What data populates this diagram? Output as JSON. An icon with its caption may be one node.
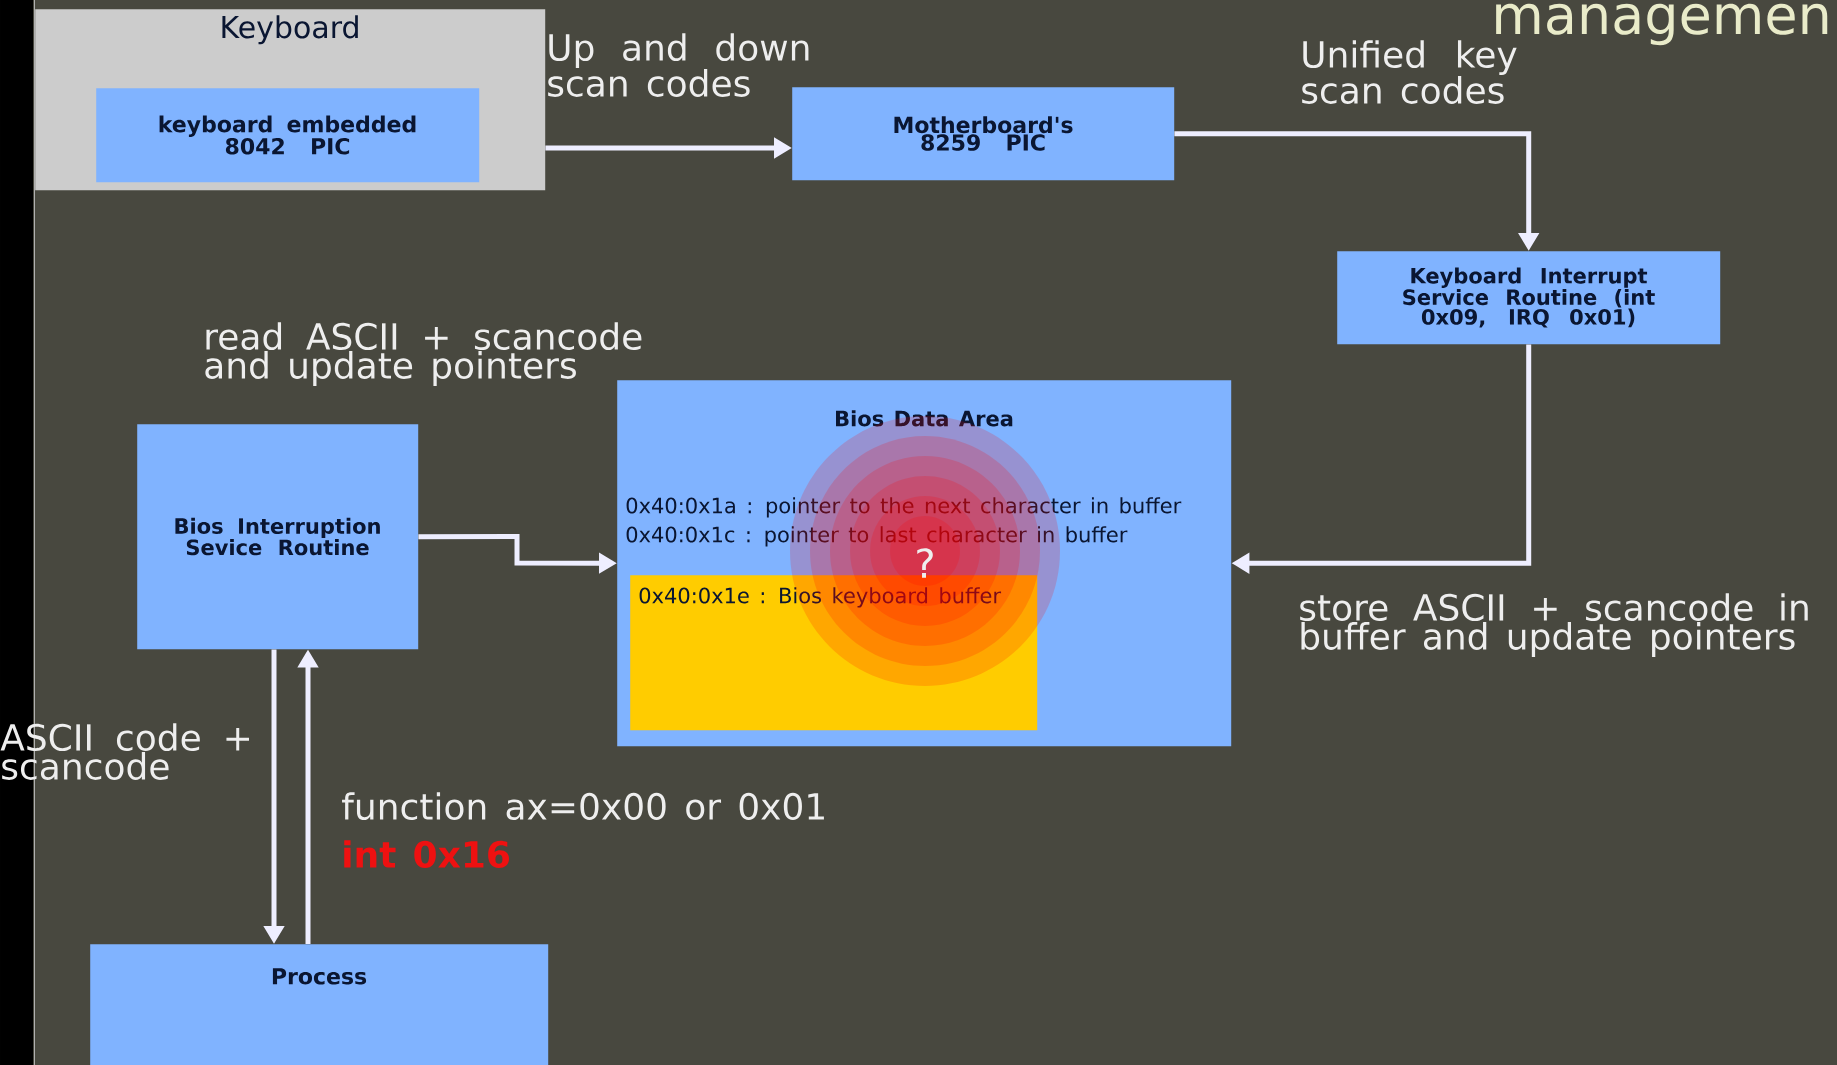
{
  "diagram": {
    "title": "managemen",
    "nodes": [
      {
        "text": [
          "Keyboard"
        ]
      },
      {
        "text": [
          "keyboard embedded 8042 PIC"
        ],
        "in": 0
      },
      {
        "text": [
          "Motherboard's 8259 PIC"
        ]
      },
      {
        "text": [
          "Keyboard Interrupt Service Routine (int 0x09, IRQ 0x01)"
        ]
      },
      {
        "text": [
          "Bios Interruption Sevice Routine"
        ]
      },
      {
        "text": [
          "Bios Data Area",
          "0x40:0x1a : pointer to the next character in buffer",
          "0x40:0x1c : pointer to last character in buffer"
        ]
      },
      {
        "text": [
          "0x40:0x1e : Bios keyboard buffer"
        ],
        "in": 5
      },
      {
        "text": [
          "Process"
        ]
      }
    ],
    "edges": [
      {
        "from": 0,
        "to": 2,
        "arrow": "to",
        "label": "Up and down scan codes"
      },
      {
        "from": 2,
        "to": 3,
        "arrow": "to",
        "label": "Unified key scan codes"
      },
      {
        "from": 3,
        "to": 5,
        "arrow": "to",
        "label": "store ASCII + scancode in buffer and update pointers"
      },
      {
        "from": 4,
        "to": 5,
        "arrow": "to",
        "label": "read ASCII + scancode and update pointers"
      },
      {
        "from": 4,
        "to": 7,
        "arrow": "to",
        "label": "ASCII code + scancode"
      },
      {
        "from": 7,
        "to": 4,
        "arrow": "to",
        "label": "function ax=0x00 or 0x01"
      }
    ],
    "labels": [
      "int 0x16",
      "?"
    ]
  }
}
